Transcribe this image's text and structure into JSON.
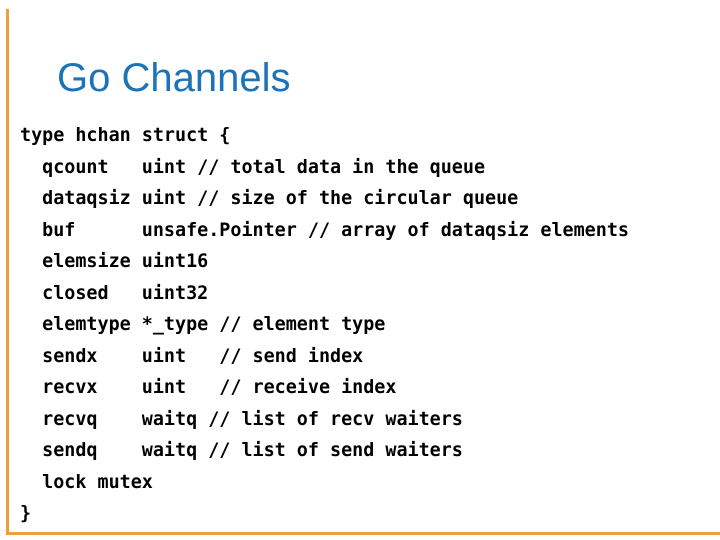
{
  "slide": {
    "title": "Go Channels",
    "code": {
      "language": "go",
      "lines": [
        "type hchan struct {",
        "  qcount   uint // total data in the queue",
        "  dataqsiz uint // size of the circular queue",
        "  buf      unsafe.Pointer // array of dataqsiz elements",
        "  elemsize uint16",
        "  closed   uint32",
        "  elemtype *_type // element type",
        "  sendx    uint   // send index",
        "  recvx    uint   // receive index",
        "  recvq    waitq // list of recv waiters",
        "  sendq    waitq // list of send waiters",
        "  lock mutex",
        "}"
      ]
    },
    "colors": {
      "background": "#ffffff",
      "title_blue": "#1b74b8",
      "accent_orange": "#eaa13c",
      "code_black": "#000000"
    }
  }
}
